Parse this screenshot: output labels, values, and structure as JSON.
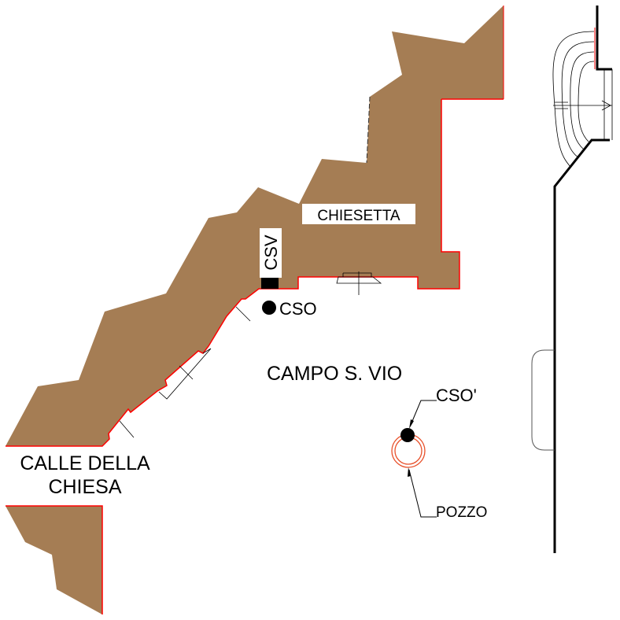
{
  "labels": {
    "chiesetta": "CHIESETTA",
    "csv": "CSV",
    "cso": "CSO",
    "cso_prime": "CSO'",
    "campo": "CAMPO S. VIO",
    "calle_line1": "CALLE DELLA",
    "calle_line2": "CHIESA",
    "pozzo": "POZZO"
  },
  "colors": {
    "building_fill": "#a57d54",
    "wall_edge": "#ff0000",
    "well": "#e8502a",
    "line": "#000000"
  }
}
